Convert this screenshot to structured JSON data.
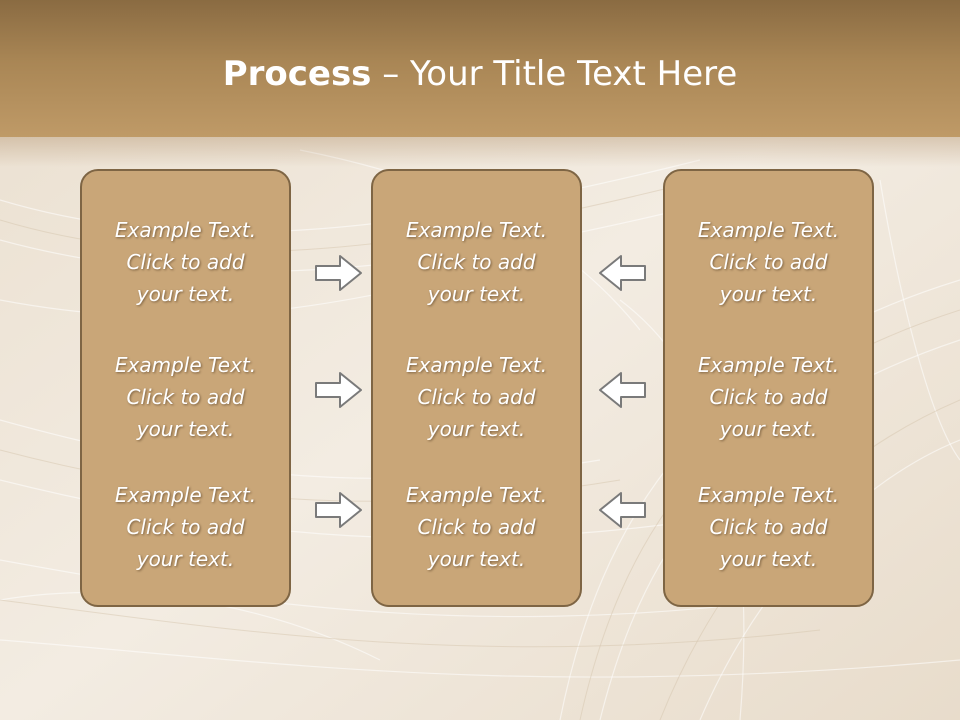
{
  "title": {
    "bold": "Process",
    "rest": " – Your Title Text Here"
  },
  "columns": [
    {
      "items": [
        {
          "line1": "Example Text.",
          "line2": "Click  to add",
          "line3": "your text."
        },
        {
          "line1": "Example Text.",
          "line2": "Click  to add",
          "line3": "your text."
        },
        {
          "line1": "Example Text.",
          "line2": "Click  to add",
          "line3": "your text."
        }
      ]
    },
    {
      "items": [
        {
          "line1": "Example Text.",
          "line2": "Click  to add",
          "line3": "your text."
        },
        {
          "line1": "Example Text.",
          "line2": "Click  to add",
          "line3": "your text."
        },
        {
          "line1": "Example Text.",
          "line2": "Click  to add",
          "line3": "your text."
        }
      ]
    },
    {
      "items": [
        {
          "line1": "Example Text.",
          "line2": "Click  to add",
          "line3": "your text."
        },
        {
          "line1": "Example Text.",
          "line2": "Click  to add",
          "line3": "your text."
        },
        {
          "line1": "Example Text.",
          "line2": "Click  to add",
          "line3": "your text."
        }
      ]
    }
  ],
  "arrows": {
    "left_group": "arrow-right-icon",
    "right_group": "arrow-left-icon"
  },
  "colors": {
    "title_bar": "#a98655",
    "box_fill": "#c9a678",
    "box_border": "#7e6544",
    "text": "#ffffff"
  }
}
